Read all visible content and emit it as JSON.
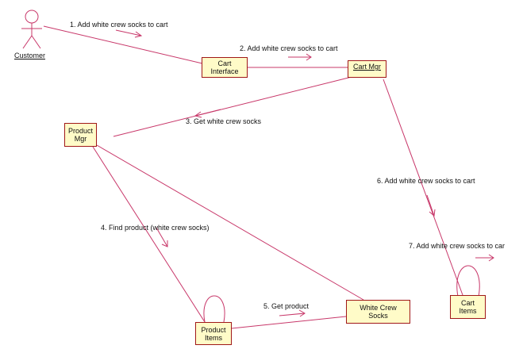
{
  "colors": {
    "link": "#c8386a",
    "arrow": "#c8386a",
    "box_fill": "#fffbc8",
    "box_border": "#a01818",
    "actor": "#c8386a"
  },
  "actor": {
    "name": "Customer"
  },
  "objects": {
    "cart_interface": {
      "line1": "Cart",
      "line2": "Interface"
    },
    "cart_mgr": {
      "line1": "Cart Mgr"
    },
    "product_mgr": {
      "line1": "Product",
      "line2": "Mgr"
    },
    "product_items": {
      "line1": "Product",
      "line2": "Items"
    },
    "white_crew_socks": {
      "line1": "White Crew",
      "line2": "Socks"
    },
    "cart_items": {
      "line1": "Cart",
      "line2": "Items"
    }
  },
  "messages": {
    "m1": "1. Add white crew socks to cart",
    "m2": "2. Add white crew socks to cart",
    "m3": "3. Get white crew socks",
    "m4": "4. Find product (white crew socks)",
    "m5": "5. Get product",
    "m6": "6. Add white crew socks to cart",
    "m7": "7. Add white crew socks to car"
  }
}
